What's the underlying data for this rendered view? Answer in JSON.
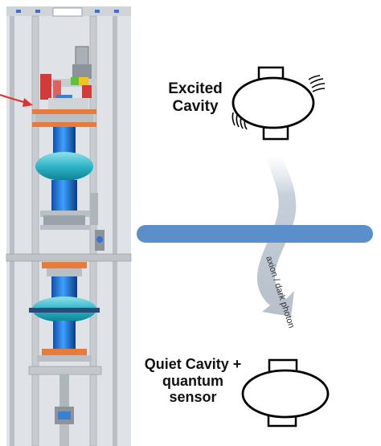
{
  "labels": {
    "excited_line1": "Excited",
    "excited_line2": "Cavity",
    "quiet_line1": "Quiet Cavity +",
    "quiet_line2": "quantum",
    "quiet_line3": "sensor",
    "arrow_text": "axion / dark photon"
  },
  "colors": {
    "background": "#ffffff",
    "barrier": "#5a8fcb",
    "arrow": "#c8d1db",
    "cavity_stroke": "#000000",
    "apparatus_frame": "#d7dbe0",
    "apparatus_body": "#2d86e0",
    "apparatus_flange": "#e87a3c",
    "pointer": "#e0322b"
  }
}
